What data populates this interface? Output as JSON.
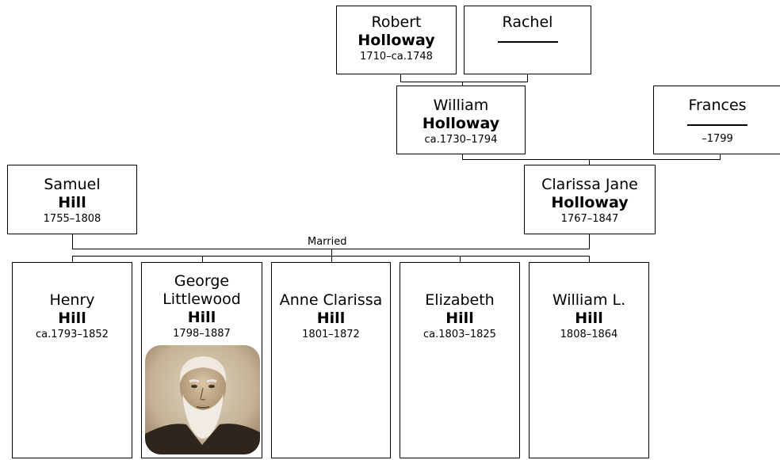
{
  "people": {
    "robert": {
      "given": "Robert",
      "surname": "Holloway",
      "dates": "1710–ca.1748"
    },
    "rachel": {
      "given": "Rachel",
      "surname": "",
      "dates": ""
    },
    "william": {
      "given": "William",
      "surname": "Holloway",
      "dates": "ca.1730–1794"
    },
    "frances": {
      "given": "Frances",
      "surname": "",
      "dates": "–1799"
    },
    "samuel": {
      "given": "Samuel",
      "surname": "Hill",
      "dates": "1755–1808"
    },
    "clarissa": {
      "given": "Clarissa Jane",
      "surname": "Holloway",
      "dates": "1767–1847"
    }
  },
  "marriage_label": "Married",
  "children": [
    {
      "given": "Henry",
      "surname": "Hill",
      "dates": "ca.1793–1852"
    },
    {
      "given_line1": "George",
      "given_line2": "Littlewood",
      "surname": "Hill",
      "dates": "1798–1887"
    },
    {
      "given": "Anne Clarissa",
      "surname": "Hill",
      "dates": "1801–1872"
    },
    {
      "given": "Elizabeth",
      "surname": "Hill",
      "dates": "ca.1803–1825"
    },
    {
      "given": "William L.",
      "surname": "Hill",
      "dates": "1808–1864"
    }
  ]
}
